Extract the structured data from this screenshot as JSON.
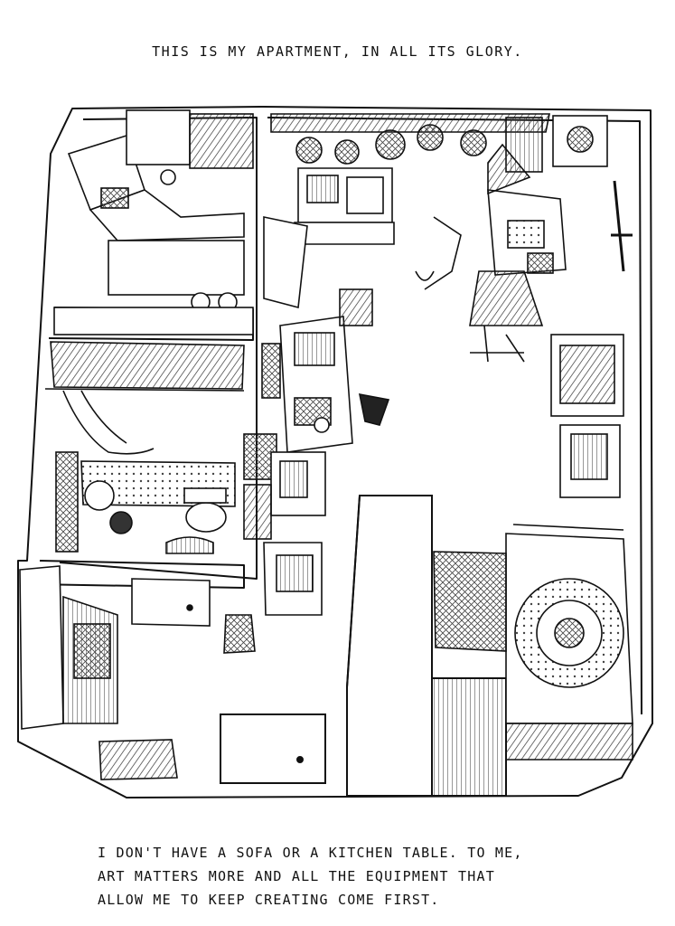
{
  "title": "THIS IS MY APARTMENT, IN ALL ITS GLORY.",
  "caption_lines": [
    "I DON'T HAVE A SOFA OR A KITCHEN TABLE. TO ME,",
    "ART MATTERS MORE AND ALL THE EQUIPMENT THAT",
    "ALLOW ME TO KEEP CREATING COME FIRST."
  ],
  "colors": {
    "ink": "#111111",
    "paper": "#ffffff",
    "hatch": "#555555"
  }
}
